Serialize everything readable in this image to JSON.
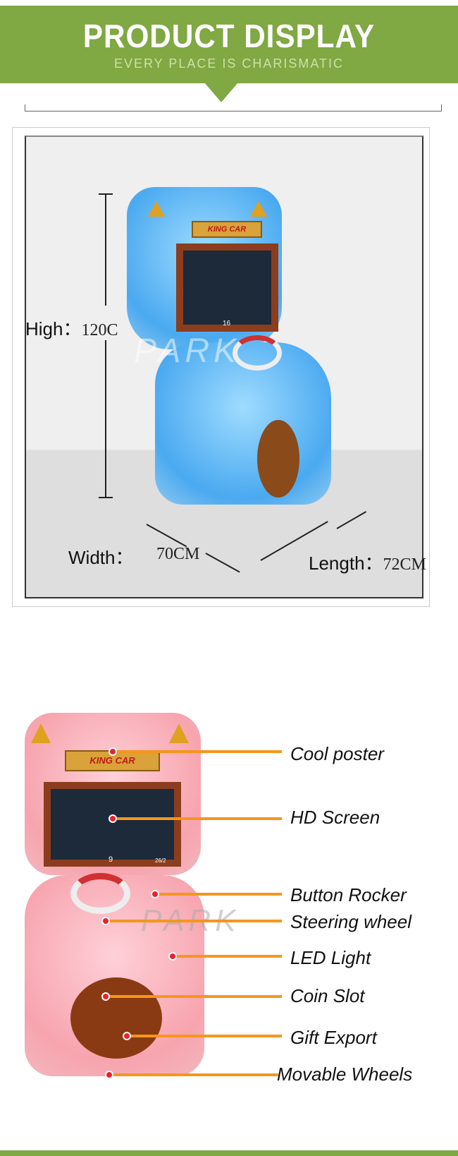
{
  "header": {
    "title": "PRODUCT DISPLAY",
    "subtitle": "EVERY PLACE IS CHARISMATIC",
    "color": "#80a843"
  },
  "dimensions": {
    "high_label": "High：",
    "high_value": "120C",
    "width_label": "Width：",
    "width_value": "70CM",
    "length_label": "Length：",
    "length_value": "72CM"
  },
  "machine": {
    "brand_sign": "KING CAR",
    "screen_number_blue": "16",
    "screen_number_pink": "9",
    "screen_counter_pink": "26/2",
    "watermark": "PARK"
  },
  "features": [
    "Cool poster",
    "HD Screen",
    "Button Rocker",
    "Steering wheel",
    "LED Light",
    "Coin Slot",
    "Gift Export",
    "Movable Wheels"
  ],
  "colors": {
    "callout_line": "#f5961d",
    "callout_dot": "#e8232a"
  }
}
